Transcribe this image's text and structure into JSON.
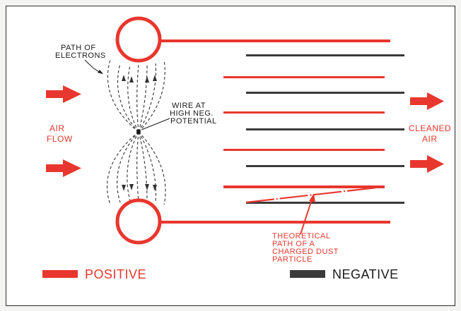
{
  "colors": {
    "positive": "#e8372e",
    "negative": "#3a3a3a",
    "background": "#ffffff"
  },
  "labels": {
    "path_of_electrons_1": "PATH OF",
    "path_of_electrons_2": "ELECTRONS",
    "wire_1": "WIRE AT",
    "wire_2": "HIGH NEG.",
    "wire_3": "POTENTIAL",
    "air_flow_1": "AIR",
    "air_flow_2": "FLOW",
    "cleaned_air_1": "CLEANED",
    "cleaned_air_2": "AIR",
    "theoretical_1": "THEORETICAL",
    "theoretical_2": "PATH OF A",
    "theoretical_3": "CHARGED DUST",
    "theoretical_4": "PARTICLE"
  },
  "legend": {
    "positive": "POSITIVE",
    "negative": "NEGATIVE"
  }
}
